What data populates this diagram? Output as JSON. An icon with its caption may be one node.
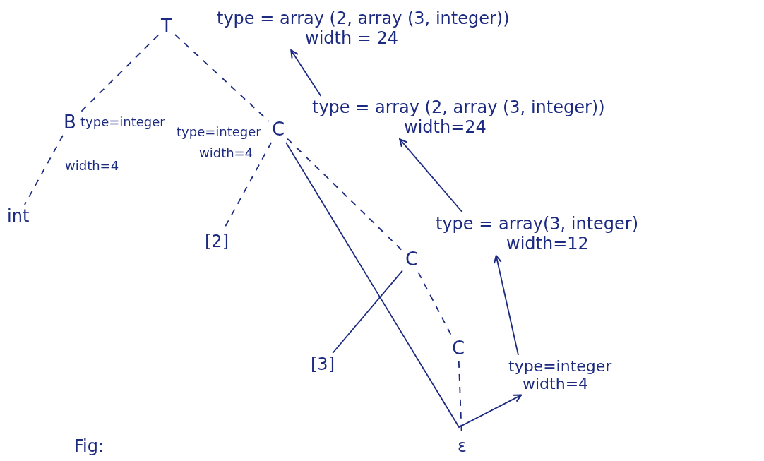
{
  "diagram": {
    "nodes": [
      {
        "text": [
          "T"
        ]
      },
      {
        "text": [
          "type = array (2, array (3, integer))",
          "width = 24"
        ]
      },
      {
        "text": [
          "B"
        ],
        "beside": [
          "type=integer",
          "width=4"
        ]
      },
      {
        "text": [
          "C"
        ],
        "beside": [
          "type=integer",
          "width=4"
        ]
      },
      {
        "text": [
          "int"
        ]
      },
      {
        "text": [
          "[2]"
        ]
      },
      {
        "text": [
          "C"
        ]
      },
      {
        "text": [
          "type = array (2, array (3, integer))",
          "width=24"
        ]
      },
      {
        "text": [
          "type = array(3, integer)",
          "width=12"
        ]
      },
      {
        "text": [
          "[3]"
        ]
      },
      {
        "text": [
          "C"
        ]
      },
      {
        "text": [
          "ε"
        ]
      },
      {
        "text": [
          "type=integer",
          "width=4"
        ]
      }
    ],
    "edges": [
      {
        "from": 0,
        "to": 2,
        "arrow": "none",
        "style": "dashed"
      },
      {
        "from": 0,
        "to": 3,
        "arrow": "none",
        "style": "dashed"
      },
      {
        "from": 2,
        "to": 4,
        "arrow": "none",
        "style": "dashed"
      },
      {
        "from": 3,
        "to": 5,
        "arrow": "none",
        "style": "dashed"
      },
      {
        "from": 3,
        "to": 6,
        "arrow": "none",
        "style": "dashed"
      },
      {
        "from": 6,
        "to": 9,
        "arrow": "none"
      },
      {
        "from": 6,
        "to": 10,
        "arrow": "none",
        "style": "dashed"
      },
      {
        "from": 10,
        "to": 11,
        "arrow": "none",
        "style": "dashed"
      },
      {
        "from": 3,
        "to": 12,
        "arrow": "to"
      },
      {
        "from": 12,
        "to": 8,
        "arrow": "to"
      },
      {
        "from": 8,
        "to": 7,
        "arrow": "to"
      },
      {
        "from": 7,
        "to": 1,
        "arrow": "to"
      }
    ],
    "labels": [
      "Fig:"
    ]
  }
}
